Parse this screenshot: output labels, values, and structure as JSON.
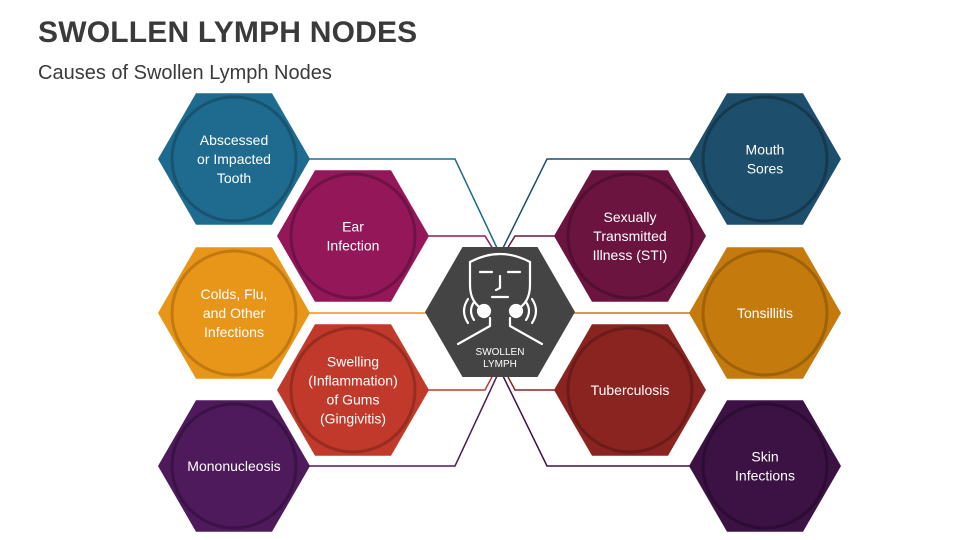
{
  "title": "SWOLLEN LYMPH NODES",
  "subtitle": "Causes of Swollen Lymph Nodes",
  "center": {
    "lines": [
      "SWOLLEN",
      "LYMPH"
    ],
    "icon": "face-with-swollen-neck-icon",
    "color": "#444444"
  },
  "nodes": [
    {
      "id": "abscessed",
      "lines": [
        "Abscessed",
        "or Impacted",
        "Tooth"
      ],
      "color": "#1f6b8f",
      "ring": "#17546f"
    },
    {
      "id": "ear-infection",
      "lines": [
        "Ear",
        "Infection"
      ],
      "color": "#94175a",
      "ring": "#6f1245"
    },
    {
      "id": "colds-flu",
      "lines": [
        "Colds, Flu,",
        "and Other",
        "Infections"
      ],
      "color": "#e8961a",
      "ring": "#c07a10"
    },
    {
      "id": "swelling-gums",
      "lines": [
        "Swelling",
        "(Inflammation)",
        "of Gums",
        "(Gingivitis)"
      ],
      "color": "#c0392b",
      "ring": "#972c21"
    },
    {
      "id": "mononucleosis",
      "lines": [
        "Mononucleosis"
      ],
      "color": "#4e1a5c",
      "ring": "#3a1245"
    },
    {
      "id": "mouth-sores",
      "lines": [
        "Mouth",
        "Sores"
      ],
      "color": "#1d4e6b",
      "ring": "#153a50"
    },
    {
      "id": "sti",
      "lines": [
        "Sexually",
        "Transmitted",
        "Illness (STI)"
      ],
      "color": "#6b1440",
      "ring": "#520f31"
    },
    {
      "id": "tonsillitis",
      "lines": [
        "Tonsillitis"
      ],
      "color": "#c47a0c",
      "ring": "#9e6209"
    },
    {
      "id": "tuberculosis",
      "lines": [
        "Tuberculosis"
      ],
      "color": "#8a2420",
      "ring": "#6b1b18"
    },
    {
      "id": "skin-infections",
      "lines": [
        "Skin",
        "Infections"
      ],
      "color": "#3c1245",
      "ring": "#2c0c33"
    }
  ]
}
